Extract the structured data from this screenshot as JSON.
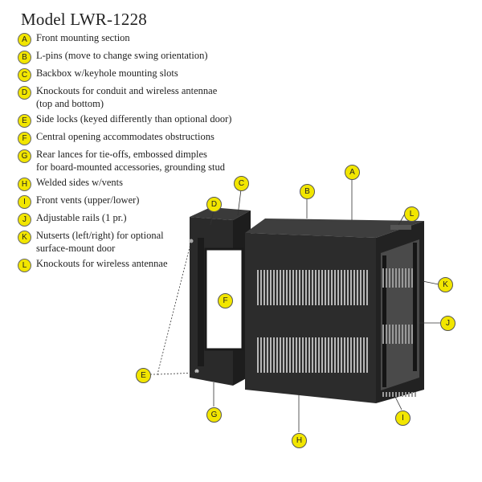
{
  "title": "Model LWR-1228",
  "legend": [
    {
      "letter": "A",
      "lines": [
        "Front mounting section"
      ]
    },
    {
      "letter": "B",
      "lines": [
        "L-pins (move to change swing orientation)"
      ]
    },
    {
      "letter": "C",
      "lines": [
        "Backbox w/keyhole mounting slots"
      ]
    },
    {
      "letter": "D",
      "lines": [
        "Knockouts for conduit and wireless antennae",
        "(top and bottom)"
      ]
    },
    {
      "letter": "E",
      "lines": [
        "Side locks (keyed differently than optional door)"
      ]
    },
    {
      "letter": "F",
      "lines": [
        "Central opening accommodates obstructions"
      ]
    },
    {
      "letter": "G",
      "lines": [
        "Rear lances for tie-offs, embossed dimples",
        "for board-mounted accessories, grounding stud"
      ]
    },
    {
      "letter": "H",
      "lines": [
        "Welded sides w/vents"
      ]
    },
    {
      "letter": "I",
      "lines": [
        "Front vents (upper/lower)"
      ]
    },
    {
      "letter": "J",
      "lines": [
        "Adjustable rails (1 pr.)"
      ]
    },
    {
      "letter": "K",
      "lines": [
        "Nutserts (left/right) for optional",
        "surface-mount door"
      ]
    },
    {
      "letter": "L",
      "lines": [
        "Knockouts for wireless antennae"
      ]
    }
  ],
  "callouts": {
    "A": "A",
    "B": "B",
    "C": "C",
    "D": "D",
    "E": "E",
    "F": "F",
    "G": "G",
    "H": "H",
    "I": "I",
    "J": "J",
    "K": "K",
    "L": "L"
  },
  "colors": {
    "callout_fill": "#f2e600",
    "cabinet": "#2b2b2b",
    "cabinet_light": "#3c3c3c"
  }
}
